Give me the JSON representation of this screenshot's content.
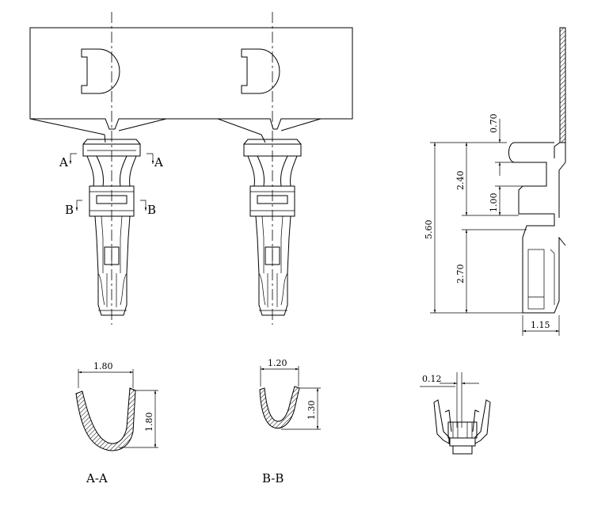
{
  "drawing": {
    "top_view": {
      "section_a_marker": "A",
      "section_b_marker": "B"
    },
    "side_view": {
      "dim_top_offset": "0.70",
      "dim_total_height": "5.60",
      "dim_upper": "2.40",
      "dim_gap": "1.00",
      "dim_lower": "2.70",
      "dim_width": "1.15"
    },
    "section_aa": {
      "label": "A-A",
      "width": "1.80",
      "height": "1.80"
    },
    "section_bb": {
      "label": "B-B",
      "width": "1.20",
      "height": "1.30"
    },
    "end_view": {
      "thickness": "0.12"
    }
  }
}
